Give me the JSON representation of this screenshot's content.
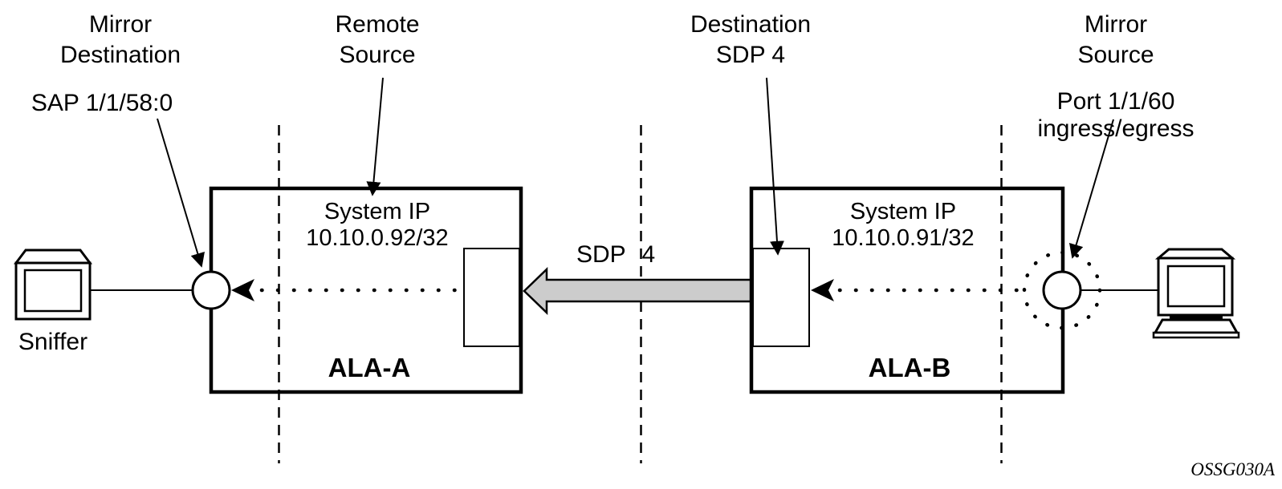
{
  "labels": {
    "mirror_destination": "Mirror\nDestination",
    "sap": "SAP 1/1/58:0",
    "remote_source": "Remote\nSource",
    "destination_sdp": "Destination\nSDP 4",
    "mirror_source": "Mirror\nSource",
    "port": "Port 1/1/60 ingress/egress",
    "sdp_link": "SDP 4",
    "sniffer": "Sniffer",
    "watermark": "OSSG030A"
  },
  "nodes": {
    "ala_a": {
      "name": "ALA-A",
      "system_ip": "System IP\n10.10.0.92/32"
    },
    "ala_b": {
      "name": "ALA-B",
      "system_ip": "System IP\n10.10.0.91/32"
    }
  },
  "icons": {
    "sniffer": "monitor-terminal-icon",
    "source_host": "desktop-computer-icon"
  },
  "colors": {
    "line": "#000000",
    "sdp_arrow_fill": "#cccccc",
    "background": "#ffffff"
  }
}
